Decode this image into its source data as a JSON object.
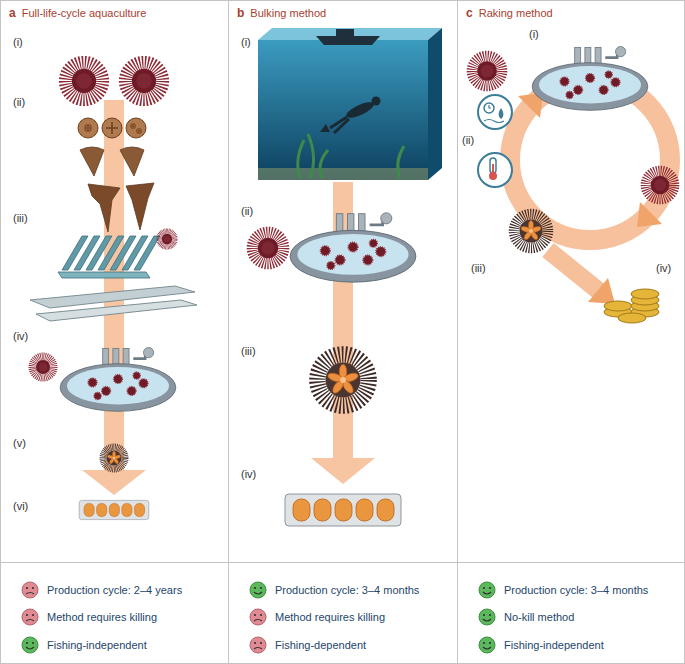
{
  "diagram": {
    "nodes": [
      {
        "text": [
          "a",
          "Full-life-cycle aquaculture"
        ]
      },
      {
        "text": [
          "b",
          "Bulking method"
        ]
      },
      {
        "text": [
          "c",
          "Raking method"
        ]
      },
      {
        "text": [
          "Production cycle: 2–4 years",
          "Method requires killing",
          "Fishing-independent"
        ]
      },
      {
        "text": [
          "Production cycle: 3–4 months",
          "Method requires killing",
          "Fishing-dependent"
        ]
      },
      {
        "text": [
          "Production cycle: 3–4 months",
          "No-kill method",
          "Fishing-independent"
        ]
      }
    ],
    "labels": [
      "(i)",
      "(ii)",
      "(iii)",
      "(iv)",
      "(v)",
      "(vi)",
      "(i)",
      "(ii)",
      "(iii)",
      "(iv)",
      "(i)",
      "(ii)",
      "(iii)",
      "(iv)"
    ]
  }
}
